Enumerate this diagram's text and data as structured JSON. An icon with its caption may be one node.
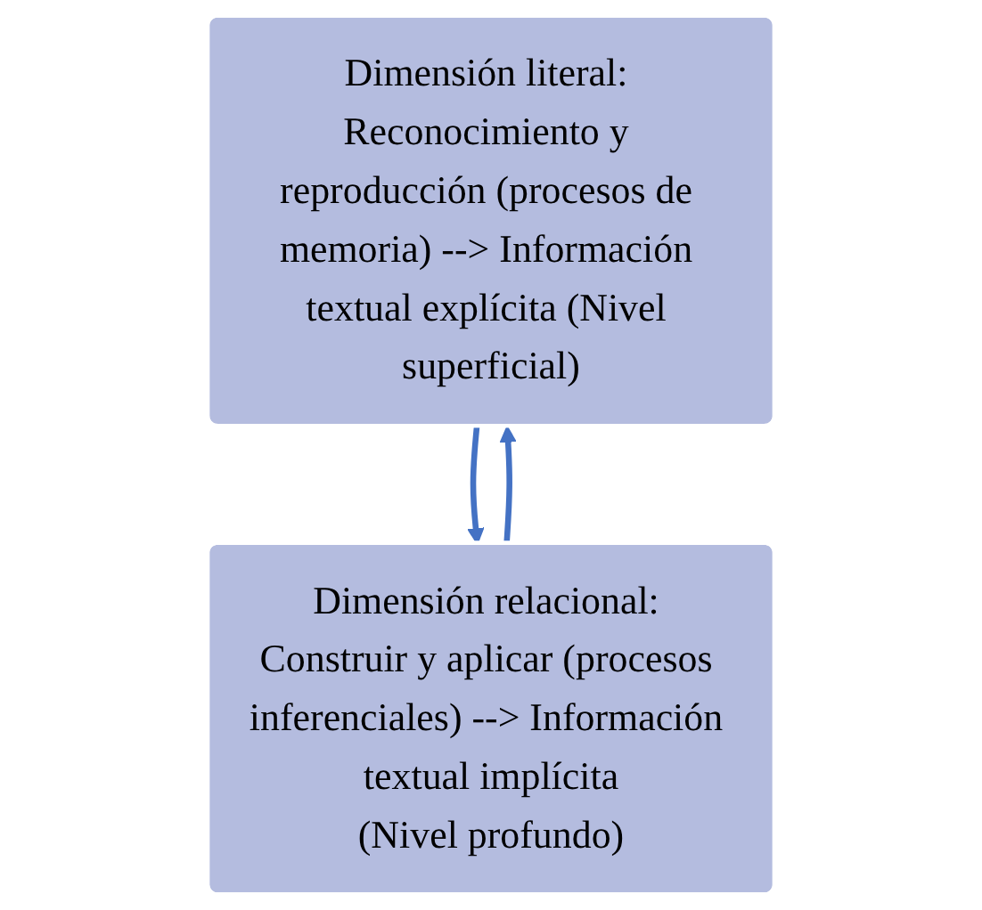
{
  "diagram": {
    "nodes": [
      {
        "text": [
          "Dimensión literal: Reconocimiento y reproducción (procesos de memoria) --> Información textual explícita (Nivel superficial)"
        ]
      },
      {
        "text": [
          "Dimensión relacional: Construir y aplicar (procesos inferenciales) --> Información textual implícita",
          "(Nivel profundo)"
        ]
      }
    ],
    "edges": [
      {
        "from": 0,
        "to": 1,
        "arrow": "to",
        "color": "#4472c4"
      },
      {
        "from": 1,
        "to": 0,
        "arrow": "to",
        "color": "#4472c4"
      }
    ]
  }
}
